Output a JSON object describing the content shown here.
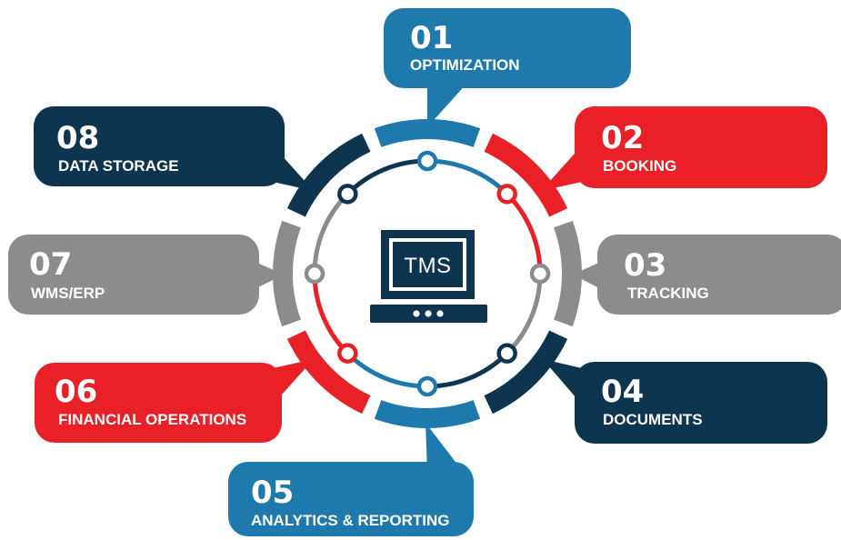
{
  "center": {
    "label": "TMS"
  },
  "colors": {
    "blue": "#1e79ad",
    "red": "#ea2027",
    "gray": "#8c8c8c",
    "navy": "#0e3550"
  },
  "icons": {
    "center": "laptop-icon"
  },
  "steps": [
    {
      "number": "01",
      "label": "OPTIMIZATION",
      "color": "blue"
    },
    {
      "number": "02",
      "label": "BOOKING",
      "color": "red"
    },
    {
      "number": "03",
      "label": "TRACKING",
      "color": "gray"
    },
    {
      "number": "04",
      "label": "DOCUMENTS",
      "color": "navy"
    },
    {
      "number": "05",
      "label": "ANALYTICS & REPORTING",
      "color": "blue"
    },
    {
      "number": "06",
      "label": "FINANCIAL OPERATIONS",
      "color": "red"
    },
    {
      "number": "07",
      "label": "WMS/ERP",
      "color": "gray"
    },
    {
      "number": "08",
      "label": "DATA STORAGE",
      "color": "navy"
    }
  ]
}
